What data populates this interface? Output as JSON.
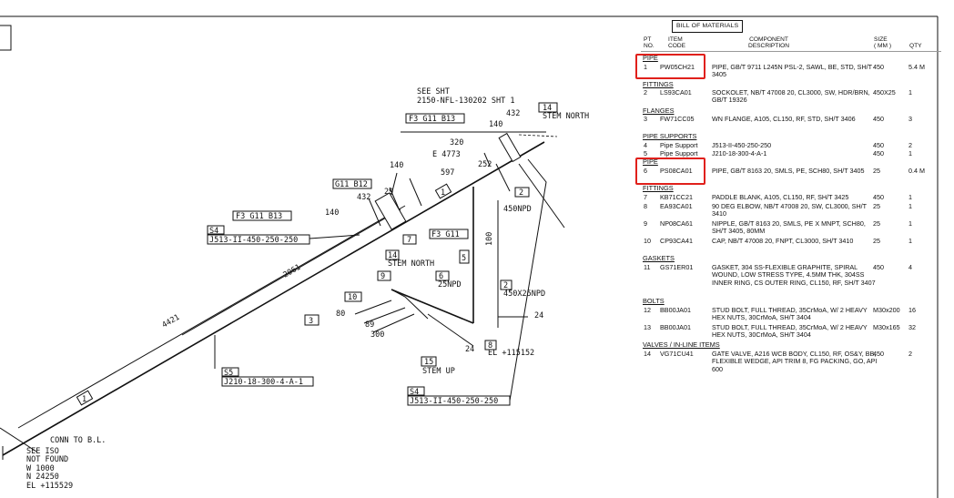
{
  "iso": {
    "see_sheet": [
      "SEE SHT",
      "2150-NFL-130202 SHT 1"
    ],
    "stem_north": "STEM NORTH",
    "stem_up": "STEM UP",
    "conn_bl": "CONN TO B.L.",
    "see_iso": [
      "SEE ISO",
      "NOT FOUND",
      "W 1000",
      "N 24250",
      "EL +115529"
    ],
    "el_8": "EL +115152",
    "coord_e": "E 4773",
    "tags": {
      "f3_g11_b13_top": "F3 G11 B13",
      "g11_b12": "G11 B12",
      "f3_g11_b13_left": "F3 G11 B13",
      "f3_g11": "F3 G11",
      "s4_left_label": "S4",
      "s4_left_code": "J513-II-450-250-250",
      "s5_label": "S5",
      "s5_code": "J210-18-300-4-A-1",
      "s4_bottom_label": "S4",
      "s4_bottom_code": "J513-II-450-250-250"
    },
    "callouts": {
      "n14_top": "14",
      "n14_mid": "14",
      "n7": "7",
      "n2_box": "2",
      "n3": "3",
      "n1_mid": "1",
      "n1_left": "1",
      "n9": "9",
      "n10": "10",
      "n6": "6",
      "n2": "2",
      "n8": "8",
      "n15": "15",
      "n5": "5"
    },
    "dims": {
      "d432_top": "432",
      "d140_top": "140",
      "d320": "320",
      "d597": "597",
      "d252": "252",
      "d140_mid": "140",
      "d29": "29",
      "d432_mid": "432",
      "d140_left": "140",
      "d2061": "2061",
      "d4421": "4421",
      "d100": "100",
      "d80": "80",
      "d89": "89",
      "d300": "300",
      "d24_a": "24",
      "d24_b": "24",
      "npd450": "450NPD",
      "npd25": "25NPD",
      "npd450x25": "450X25NPD"
    }
  },
  "bom": {
    "title": "BILL OF MATERIALS",
    "headers": {
      "pt": [
        "PT",
        "NO."
      ],
      "code": [
        "ITEM",
        "CODE"
      ],
      "desc": [
        "COMPONENT",
        "DESCRIPTION"
      ],
      "size": [
        "SIZE",
        "( MM )"
      ],
      "qty": [
        "QTY"
      ]
    },
    "groups": {
      "pipe1": "PIPE",
      "fittings1": "FITTINGS",
      "flanges": "FLANGES",
      "pipe_supports": "PIPE SUPPORTS",
      "pipe2": "PIPE",
      "fittings2": "FITTINGS",
      "gaskets": "GASKETS",
      "bolts": "BOLTS",
      "valves": "VALVES / IN-LINE ITEMS"
    },
    "rows": [
      {
        "pt": "1",
        "code": "PW05CH21",
        "desc": "PIPE, GB/T 9711 L245N PSL-2, SAWL, BE, STD, SH/T 3405",
        "size": "450",
        "qty": "5.4 M"
      },
      {
        "pt": "2",
        "code": "LS93CA01",
        "desc": "SOCKOLET, NB/T 47008 20, CL3000, SW, HDR/BRN, GB/T 19326",
        "size": "450X25",
        "qty": "1"
      },
      {
        "pt": "3",
        "code": "FW71CC05",
        "desc": "WN FLANGE, A105, CL150, RF, STD, SH/T 3406",
        "size": "450",
        "qty": "3"
      },
      {
        "pt": "4",
        "code": "Pipe Support",
        "desc": "J513-II-450-250-250",
        "size": "450",
        "qty": "2"
      },
      {
        "pt": "5",
        "code": "Pipe Support",
        "desc": "J210-18-300-4-A-1",
        "size": "450",
        "qty": "1"
      },
      {
        "pt": "6",
        "code": "PS08CA01",
        "desc": "PIPE, GB/T 8163 20, SMLS, PE, SCH80, SH/T 3405",
        "size": "25",
        "qty": "0.4 M"
      },
      {
        "pt": "7",
        "code": "KB71CC21",
        "desc": "PADDLE BLANK, A105, CL150, RF, SH/T 3425",
        "size": "450",
        "qty": "1"
      },
      {
        "pt": "8",
        "code": "EA93CA01",
        "desc": "90 DEG ELBOW, NB/T 47008 20, SW, CL3000, SH/T 3410",
        "size": "25",
        "qty": "1"
      },
      {
        "pt": "9",
        "code": "NP08CA61",
        "desc": "NIPPLE, GB/T 8163 20, SMLS, PE X MNPT, SCH80, SH/T 3405, 80MM",
        "size": "25",
        "qty": "1"
      },
      {
        "pt": "10",
        "code": "CP93CA41",
        "desc": "CAP, NB/T 47008 20, FNPT, CL3000, SH/T 3410",
        "size": "25",
        "qty": "1"
      },
      {
        "pt": "11",
        "code": "GS71ER01",
        "desc": "GASKET, 304 SS-FLEXIBLE GRAPHITE, SPIRAL WOUND, LOW STRESS TYPE, 4.5MM THK, 304SS INNER RING, CS OUTER RING, CL150, RF, SH/T 3407",
        "size": "450",
        "qty": "4"
      },
      {
        "pt": "12",
        "code": "BB00JA01",
        "desc": "STUD BOLT, FULL THREAD, 35CrMoA, W/ 2 HEAVY HEX NUTS, 30CrMoA, SH/T 3404",
        "size": "M30x200",
        "qty": "16"
      },
      {
        "pt": "13",
        "code": "BB00JA01",
        "desc": "STUD BOLT, FULL THREAD, 35CrMoA, W/ 2 HEAVY HEX NUTS, 30CrMoA, SH/T 3404",
        "size": "M30x165",
        "qty": "32"
      },
      {
        "pt": "14",
        "code": "VG71CU41",
        "desc": "GATE VALVE, A216 WCB BODY, CL150, RF, OS&Y, BB, FLEXIBLE WEDGE, API TRIM 8, FG PACKING, GO, API 600",
        "size": "450",
        "qty": "2"
      }
    ],
    "highlight_color": "#e0201b"
  }
}
